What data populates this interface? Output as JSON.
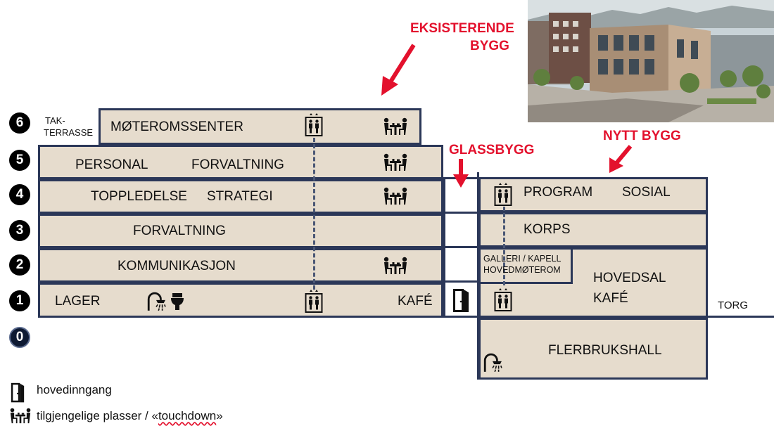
{
  "floors": [
    "6",
    "5",
    "4",
    "3",
    "2",
    "1",
    "0"
  ],
  "takterrasse": [
    "TAK-",
    "TERRASSE"
  ],
  "labels": {
    "moteromssenter": "MØTEROMSSENTER",
    "personal": "PERSONAL",
    "forvaltning5": "FORVALTNING",
    "toppledelse": "TOPPLEDELSE",
    "strategi": "STRATEGI",
    "forvaltning3": "FORVALTNING",
    "kommunikasjon": "KOMMUNIKASJON",
    "lager": "LAGER",
    "kafe_left": "KAFÉ",
    "program": "PROGRAM",
    "sosial": "SOSIAL",
    "korps": "KORPS",
    "galleri": "GALLERI / KAPELL",
    "hovedmoterom": "HOVEDMØTEROM",
    "hovedsal": "HOVEDSAL",
    "kafe_right": "KAFÉ",
    "flerbrukshall": "FLERBRUKSHALL",
    "torg": "TORG"
  },
  "annotations": {
    "eksisterende": [
      "EKSISTERENDE",
      "BYGG"
    ],
    "glassbygg": "GLASSBYGG",
    "nytt_bygg": "NYTT BYGG"
  },
  "legend": {
    "entrance": "hovedinngang",
    "touchdown_prefix": "tilgjengelige plasser / «",
    "touchdown_word": "touchdown",
    "touchdown_suffix": "»"
  },
  "colors": {
    "floor_fill": "#e6dccd",
    "floor_border": "#2b3758",
    "accent_red": "#e3112d"
  },
  "icons": [
    "elevator-icon",
    "meeting-table-icon",
    "shower-icon",
    "toilet-icon",
    "door-icon"
  ]
}
